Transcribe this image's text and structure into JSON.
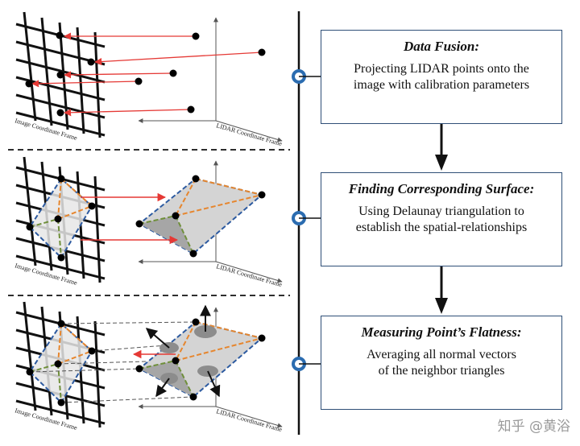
{
  "panels": [
    {
      "title": "Data Fusion:",
      "lines": [
        "Projecting LIDAR points onto the",
        "image with calibration parameters"
      ],
      "image_frame_label": "Image Coordinate Frame",
      "lidar_frame_label": "LIDAR Coordinate Frame"
    },
    {
      "title": "Finding Corresponding Surface:",
      "lines": [
        "Using Delaunay triangulation to",
        "establish the spatial-relationships"
      ],
      "image_frame_label": "Image Coordinate Frame",
      "lidar_frame_label": "LIDAR Coordinate Frame"
    },
    {
      "title": "Measuring Point’s Flatness:",
      "lines": [
        "Averaging all normal vectors",
        "of the neighbor triangles"
      ],
      "image_frame_label": "Image Coordinate Frame",
      "lidar_frame_label": "LIDAR Coordinate Frame"
    }
  ],
  "watermark": "知乎 @黄浴",
  "colors": {
    "box_border": "#2f4f77",
    "timeline_marker": "#2b6cb0",
    "projection_arrow": "#e53935",
    "triangle_orange": "#e6862e",
    "triangle_blue": "#2c5aa0",
    "triangle_green": "#6f8f3a"
  }
}
